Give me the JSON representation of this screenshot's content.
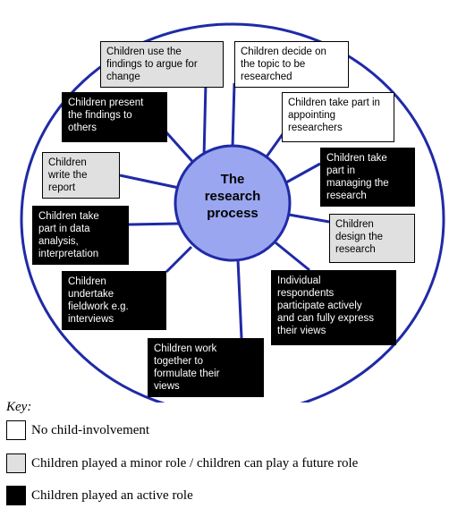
{
  "center": {
    "label": "The research process"
  },
  "boxes": [
    {
      "text": "Children use the findings to argue for change",
      "level": "grey"
    },
    {
      "text": "Children decide on the topic to be researched",
      "level": "white"
    },
    {
      "text": "Children present the findings to others",
      "level": "black"
    },
    {
      "text": "Children take part in appointing researchers",
      "level": "white"
    },
    {
      "text": "Children write the report",
      "level": "grey"
    },
    {
      "text": "Children take part in managing the research",
      "level": "black"
    },
    {
      "text": "Children take part in data analysis, interpretation",
      "level": "black"
    },
    {
      "text": "Children design the research",
      "level": "grey"
    },
    {
      "text": "Children undertake fieldwork e.g. interviews",
      "level": "black"
    },
    {
      "text": "Individual respondents participate actively and can fully express their views",
      "level": "black"
    },
    {
      "text": "Children work together to formulate their views",
      "level": "black"
    }
  ],
  "key": {
    "title": "Key:",
    "items": [
      {
        "level": "white",
        "label": "No child-involvement"
      },
      {
        "level": "grey",
        "label": "Children played a minor role / children can play a future role"
      },
      {
        "level": "black",
        "label": "Children played an active role"
      }
    ]
  },
  "colors": {
    "outer_circle": "#1f2aa6",
    "spokes": "#1f2aa6",
    "center_fill": "#9aa6f0",
    "center_stroke": "#1f2aa6",
    "black_box": "#000000",
    "grey_box": "#e0e0e0",
    "white_box": "#ffffff"
  }
}
